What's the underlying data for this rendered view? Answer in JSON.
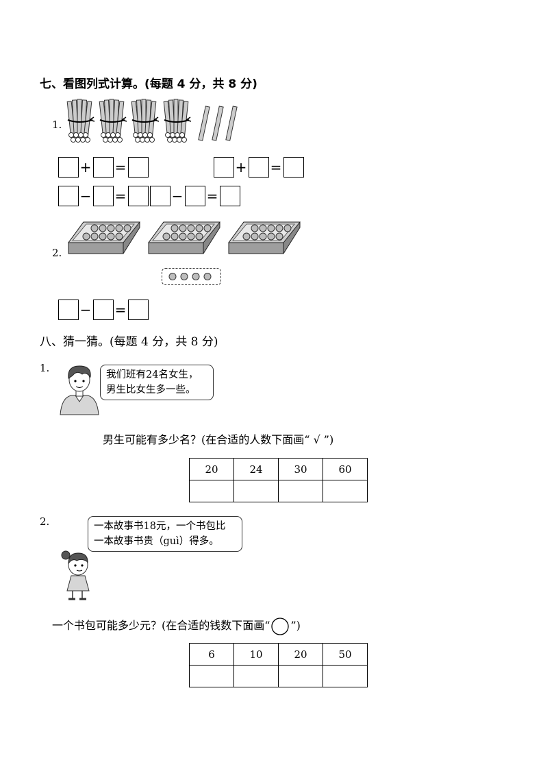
{
  "section7": {
    "title": "七、看图列式计算。(每题 4 分，共 8 分)",
    "q1_number": "1.",
    "q2_number": "2.",
    "operators": {
      "plus": "+",
      "minus": "−",
      "equals": "="
    }
  },
  "section8": {
    "title": "八、猜一猜。(每题 4 分，共 8 分)",
    "q1": {
      "number": "1.",
      "speech_line1": "我们班有24名女生，",
      "speech_line2": "男生比女生多一些。",
      "question": "男生可能有多少名？(在合适的人数下面画“ √ ”)",
      "options": [
        "20",
        "24",
        "30",
        "60"
      ]
    },
    "q2": {
      "number": "2.",
      "speech_line1": "一本故事书18元，一个书包比",
      "speech_line2": "一本故事书贵（guì）得多。",
      "question_before": "一个书包可能多少元？(在合适的钱数下面画“",
      "question_after": "”)",
      "options": [
        "6",
        "10",
        "20",
        "50"
      ]
    }
  },
  "colors": {
    "ink": "#000000",
    "illustration_gray": "#bdbdbd",
    "dark_gray": "#333333"
  },
  "icons": [
    "stick-bundle-icon",
    "single-stick-icon",
    "egg-tray-icon",
    "boy-icon",
    "girl-icon",
    "circle-mark-icon"
  ]
}
